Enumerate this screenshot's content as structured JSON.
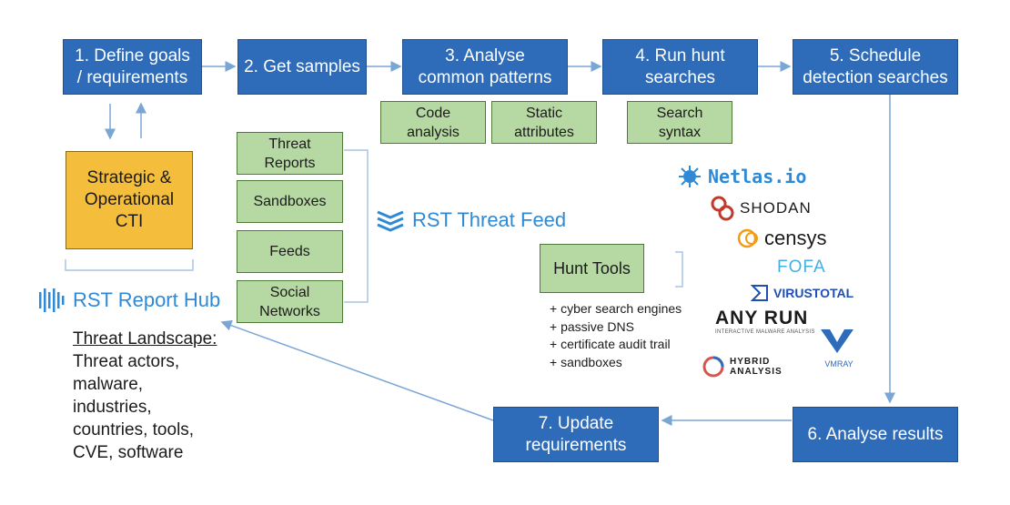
{
  "steps": {
    "s1": "1. Define goals\n/ requirements",
    "s2": "2. Get samples",
    "s3": "3. Analyse\ncommon patterns",
    "s4": "4. Run hunt\nsearches",
    "s5": "5. Schedule\ndetection searches",
    "s6": "6. Analyse results",
    "s7": "7. Update\nrequirements"
  },
  "sub": {
    "code": "Code\nanalysis",
    "static": "Static\nattributes",
    "syntax": "Search\nsyntax"
  },
  "cti": "Strategic &\nOperational\nCTI",
  "sources": [
    "Threat\nReports",
    "Sandboxes",
    "Feeds",
    "Social\nNetworks"
  ],
  "rst_feed": "RST Threat Feed",
  "rst_hub": "RST Report Hub",
  "landscape": {
    "title": "Threat Landscape:",
    "body": "Threat actors,\nmalware,\nindustries,\ncountries, tools,\nCVE, software"
  },
  "hunt_tools": {
    "title": "Hunt Tools",
    "items": [
      "+ cyber search engines",
      "+ passive DNS",
      "+ certificate audit trail",
      "+ sandboxes"
    ]
  },
  "logos": {
    "netlas": "Netlas.io",
    "shodan": "SHODAN",
    "censys": "censys",
    "fofa": "FOFA",
    "virustotal": "VIRUSTOTAL",
    "anyrun": "ANY RUN",
    "anyrun_tag": "INTERACTIVE MALWARE ANALYSIS",
    "hybrid": "HYBRID\nANALYSIS",
    "vmray": "VMRAY"
  },
  "colors": {
    "step_blue": "#2e6bb8",
    "sub_green": "#b6d8a2",
    "cti_orange": "#f4bd3b",
    "arrow_blue": "#7aa6d6",
    "rst_blue": "#2e8ad6"
  }
}
